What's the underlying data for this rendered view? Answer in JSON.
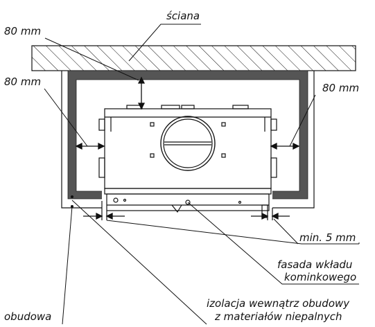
{
  "labels": {
    "wall": "ściana",
    "gap_top": "80 mm",
    "gap_left": "80 mm",
    "gap_right": "80 mm",
    "min_gap": "min. 5 mm",
    "facade_line1": "fasada wkładu",
    "facade_line2": "kominkowego",
    "insulation_line1": "izolacja wewnątrz obudowy",
    "insulation_line2": "z materiałów niepalnych",
    "enclosure": "obudowa"
  },
  "colors": {
    "line": "#111111",
    "insulation": "#555555",
    "background": "#ffffff"
  }
}
